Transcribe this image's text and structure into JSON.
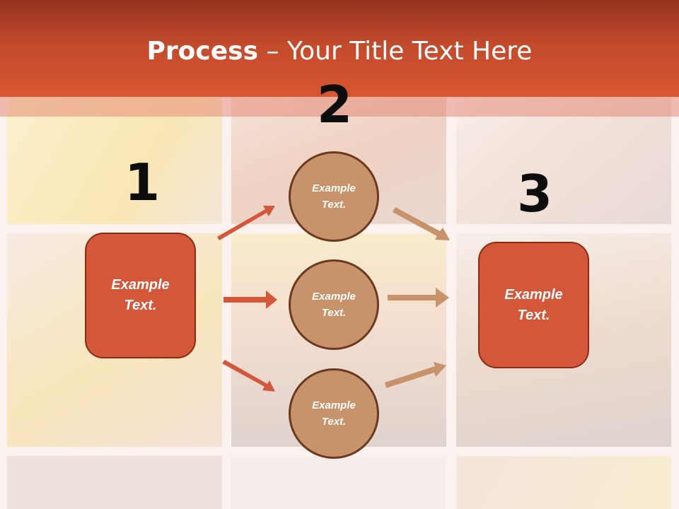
{
  "title": {
    "bold": "Process",
    "rest": " – Your Title Text Here"
  },
  "steps": [
    "1",
    "2",
    "3"
  ],
  "left_box": "Example\nText.",
  "right_box": "Example\nText.",
  "circles": [
    "Example\nText.",
    "Example\nText.",
    "Example\nText."
  ],
  "colors": {
    "header": "#c24a2d",
    "box_fill": "#d5573a",
    "circle_fill": "#c8926a",
    "red_arrow": "#d5573a",
    "tan_arrow": "#c8926a"
  }
}
